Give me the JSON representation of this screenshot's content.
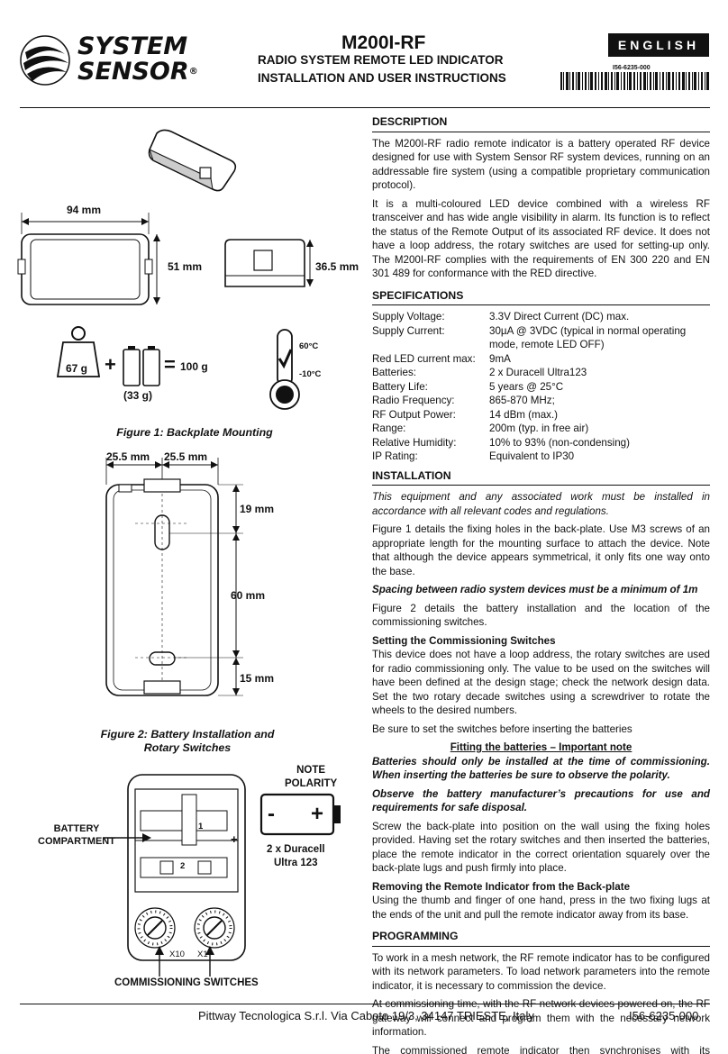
{
  "header": {
    "logo_line1": "SYSTEM",
    "logo_line2": "SENSOR",
    "logo_mark": "®",
    "product": "M200I-RF",
    "subtitle1": "RADIO SYSTEM REMOTE LED INDICATOR",
    "subtitle2": "INSTALLATION AND USER INSTRUCTIONS",
    "language": "ENGLISH",
    "doc_code": "I56-6235-000"
  },
  "figures": {
    "dim_width": "94 mm",
    "dim_height": "51 mm",
    "dim_depth": "36.5 mm",
    "weight_device": "67 g",
    "plus": "+",
    "equals": "=",
    "weight_total": "100 g",
    "weight_batteries": "(33 g)",
    "temp_high": "60°C",
    "temp_low": "-10°C",
    "fig1_title": "Figure 1:  Backplate Mounting",
    "fig1_dim_left": "25.5 mm",
    "fig1_dim_right": "25.5 mm",
    "fig1_dim_top": "19 mm",
    "fig1_dim_mid": "60 mm",
    "fig1_dim_bottom": "15 mm",
    "fig2_title_line1": "Figure 2:  Battery Installation and",
    "fig2_title_line2": "Rotary Switches",
    "note_line1": "NOTE",
    "note_line2": "POLARITY",
    "battery_minus": "-",
    "battery_plus": "+",
    "battery_type_line1": "2 x Duracell",
    "battery_type_line2": "Ultra 123",
    "compartment_line1": "BATTERY",
    "compartment_line2": "COMPARTMENT",
    "slot1": "1",
    "slot2": "2",
    "slot_plus": "+",
    "switch_x10": "X10",
    "switch_x1": "X1",
    "switches_label": "COMMISSIONING SWITCHES"
  },
  "content": {
    "description": {
      "heading": "DESCRIPTION",
      "p1": "The M200I-RF radio remote indicator is a battery operated RF device designed for use with System Sensor RF system devices, running on an addressable fire system (using a compatible proprietary communication protocol).",
      "p2": "It is a multi-coloured LED device combined with a wireless RF transceiver and has wide angle visibility in alarm. Its function is to reflect the status of the Remote Output of its associated RF device. It does not have a loop address, the rotary switches are used for setting-up only.  The M200I-RF complies with the requirements of EN 300 220 and EN 301 489 for conformance with the RED directive."
    },
    "specifications": {
      "heading": "SPECIFICATIONS",
      "rows": [
        {
          "k": "Supply Voltage:",
          "v": "3.3V Direct Current (DC) max."
        },
        {
          "k": "Supply Current:",
          "v": "30µA @ 3VDC (typical in normal operating mode, remote LED OFF)"
        },
        {
          "k": "Red LED current max:",
          "v": "9mA"
        },
        {
          "k": "Batteries:",
          "v": "2 x Duracell Ultra123"
        },
        {
          "k": "Battery Life:",
          "v": "5 years @ 25°C"
        },
        {
          "k": "Radio Frequency:",
          "v": "865-870 MHz;"
        },
        {
          "k": "RF Output Power:",
          "v": "14 dBm (max.)"
        },
        {
          "k": "Range:",
          "v": "200m (typ. in free air)"
        },
        {
          "k": "Relative Humidity:",
          "v": "10% to 93% (non-condensing)"
        },
        {
          "k": "IP Rating:",
          "v": "Equivalent to IP30"
        }
      ]
    },
    "installation": {
      "heading": "INSTALLATION",
      "warn": "This equipment and any associated work must be installed in accordance with all relevant codes and regulations.",
      "p1": "Figure 1 details the fixing holes in the back-plate. Use M3 screws of an appropriate length for the mounting surface to attach the device. Note that although the device appears symmetrical, it only fits one way onto the base.",
      "spacing": "Spacing between radio system devices must be a minimum of 1m",
      "p2": "Figure 2 details the battery installation and the location of the commissioning switches.",
      "sub1": "Setting the Commissioning Switches",
      "p3": "This device does not have a loop address, the rotary switches are used for radio commissioning only.  The value to be used on the switches will have been defined at the design stage; check the network design data. Set the two rotary decade switches using a screwdriver to rotate the wheels to the desired numbers.",
      "p4": "Be sure to set the switches before inserting the batteries",
      "note_head": "Fitting the batteries – Important note",
      "note1": "Batteries should only be installed at the time of commissioning. When inserting the batteries be sure to observe the polarity.",
      "note2": "Observe the battery manufacturer’s precautions for use and requirements for safe disposal.",
      "p5": "Screw the back-plate into position on the wall using the fixing holes provided.  Having set the rotary switches and then inserted the batteries, place the remote indicator in the correct orientation squarely over the back-plate lugs and push firmly into place.",
      "sub2": "Removing the Remote Indicator from the Back-plate",
      "p6": "Using the thumb and finger of one hand, press in the two fixing lugs at the ends of the unit and pull the remote indicator away from its base."
    },
    "programming": {
      "heading": "PROGRAMMING",
      "p1": "To work in a mesh network, the RF remote indicator has to be configured with its network parameters. To load network parameters into the remote indicator, it is necessary to commission the device.",
      "p2": "At commissioning time, with the RF network devices powered on, the RF gateway will connect and program them with the necessary network information.",
      "p3": "The commissioned remote indicator then synchronises with its associated devices as the RF mesh network is created by the gateway."
    }
  },
  "footer": {
    "address": "Pittway Tecnologica S.r.l. Via Caboto 19/3, 34147 TRIESTE, Italy",
    "code": "I56-6235-000"
  }
}
